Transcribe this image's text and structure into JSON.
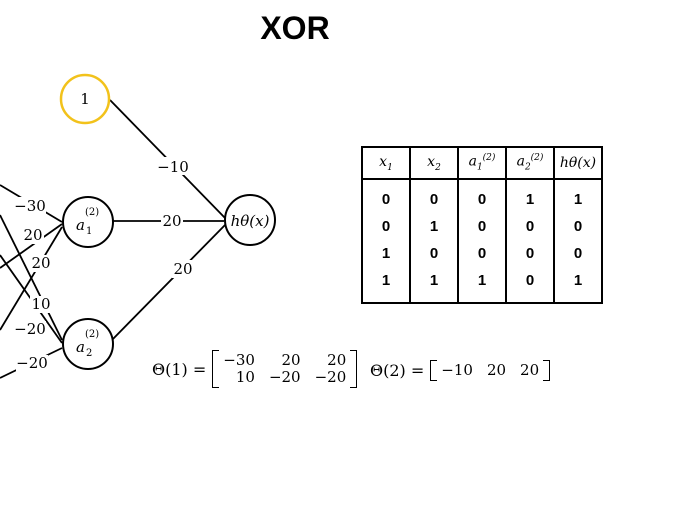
{
  "title": "XOR",
  "nodes": {
    "bias": "1",
    "a1": {
      "base": "a",
      "sub": "1",
      "sup": "(2)"
    },
    "a2": {
      "base": "a",
      "sub": "2",
      "sup": "(2)"
    },
    "out": "hθ(x)"
  },
  "weights": {
    "bias_out": "−10",
    "a1_out": "20",
    "a2_out": "20",
    "left_1": "−30",
    "left_2": "20",
    "left_3": "20",
    "left_4": "10",
    "left_5": "−20",
    "left_6": "−20"
  },
  "table": {
    "headers": [
      {
        "base": "x",
        "sub": "1",
        "sup": ""
      },
      {
        "base": "x",
        "sub": "2",
        "sup": ""
      },
      {
        "base": "a",
        "sub": "1",
        "sup": "(2)"
      },
      {
        "base": "a",
        "sub": "2",
        "sup": "(2)"
      },
      {
        "base": "hθ(x)",
        "sub": "",
        "sup": ""
      }
    ],
    "rows": [
      [
        "0",
        "0",
        "0",
        "1",
        "1"
      ],
      [
        "0",
        "1",
        "0",
        "0",
        "0"
      ],
      [
        "1",
        "0",
        "0",
        "0",
        "0"
      ],
      [
        "1",
        "1",
        "1",
        "0",
        "1"
      ]
    ]
  },
  "theta1": {
    "label": "Θ(1) =",
    "rows": [
      [
        "−30",
        "20",
        "20"
      ],
      [
        "10",
        "−20",
        "−20"
      ]
    ]
  },
  "theta2": {
    "label": "Θ(2) =",
    "rows": [
      [
        "−10",
        "20",
        "20"
      ]
    ]
  },
  "colors": {
    "bias_ring": "#f2c21b",
    "stroke": "#000000"
  }
}
